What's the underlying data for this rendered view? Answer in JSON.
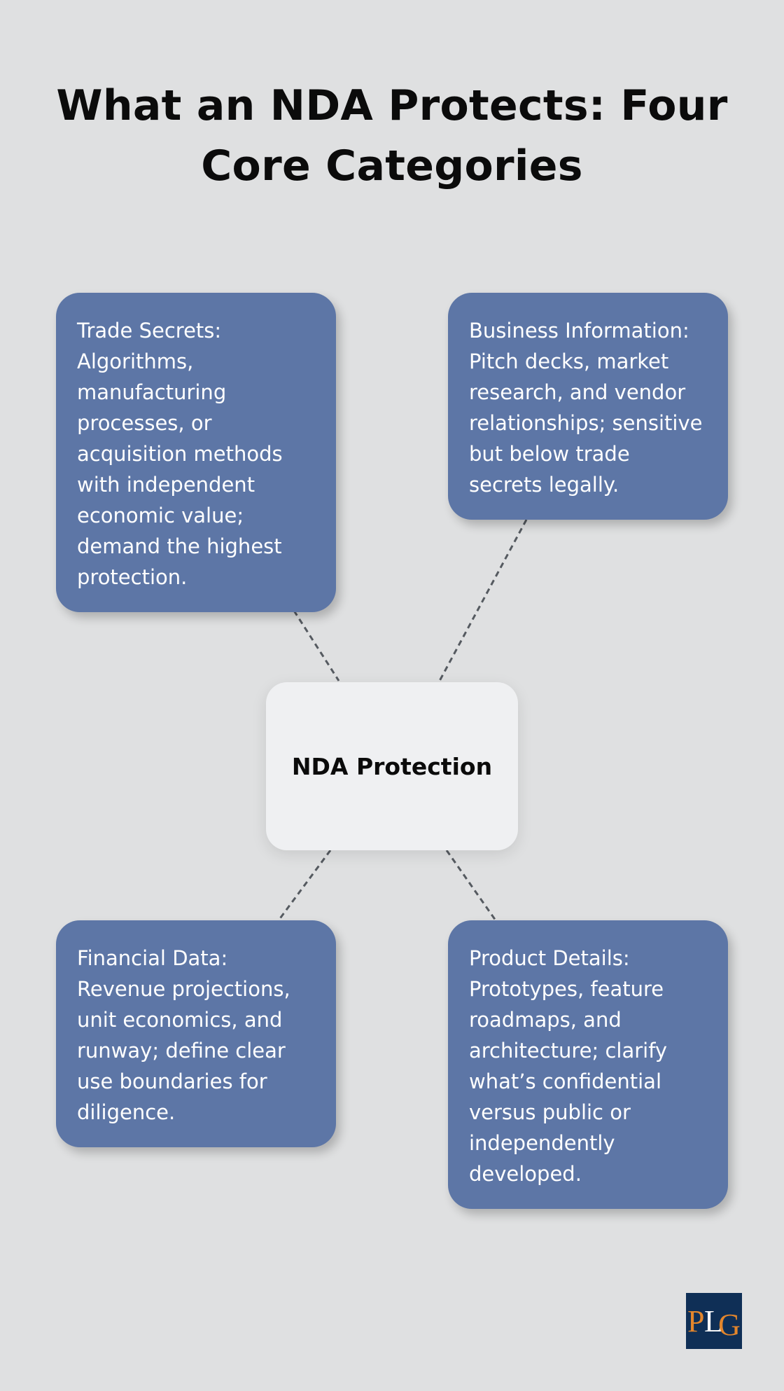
{
  "title": "What an NDA Protects: Four Core Categories",
  "center": {
    "label": "NDA Protection"
  },
  "cards": {
    "trade_secrets": "Trade Secrets: Algorithms, manufacturing processes, or acquisition methods with independent economic value; demand the highest protection.",
    "business_information": "Business Information: Pitch decks, market research, and vendor relationships; sensitive but below trade secrets legally.",
    "financial_data": "Financial Data: Revenue projections, unit economics, and runway; define clear use boundaries for diligence.",
    "product_details": "Product Details: Prototypes, feature roadmaps, and architecture; clarify what’s confidential versus public or independently developed."
  },
  "logo": {
    "text": "PLG",
    "colors": {
      "background": "#0f2f56",
      "letter_p": "#e3862c",
      "letter_l": "#ffffff",
      "letter_g": "#e3862c"
    }
  },
  "colors": {
    "background": "#dfe0e1",
    "card": "#5d76a6",
    "center_node": "#eff0f2",
    "connector": "#555a60"
  }
}
